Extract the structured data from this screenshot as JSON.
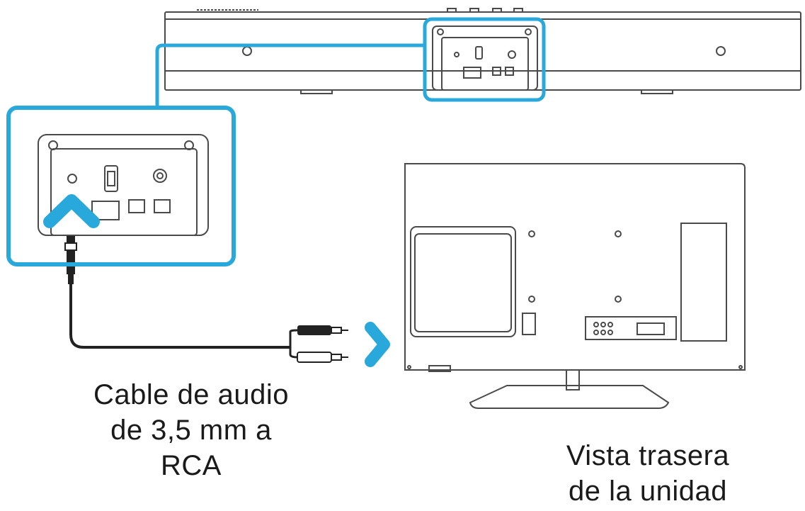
{
  "cable_caption": {
    "line1": "Cable de audio",
    "line2": "de 3,5 mm a",
    "line3": "RCA"
  },
  "view_caption": {
    "line1": "Vista trasera",
    "line2": "de la unidad"
  },
  "colors": {
    "highlight": "#29a8dc",
    "outline": "#4a4a4a",
    "cable": "#222222"
  },
  "icons": [
    "chevron-up-icon",
    "chevron-right-icon"
  ]
}
